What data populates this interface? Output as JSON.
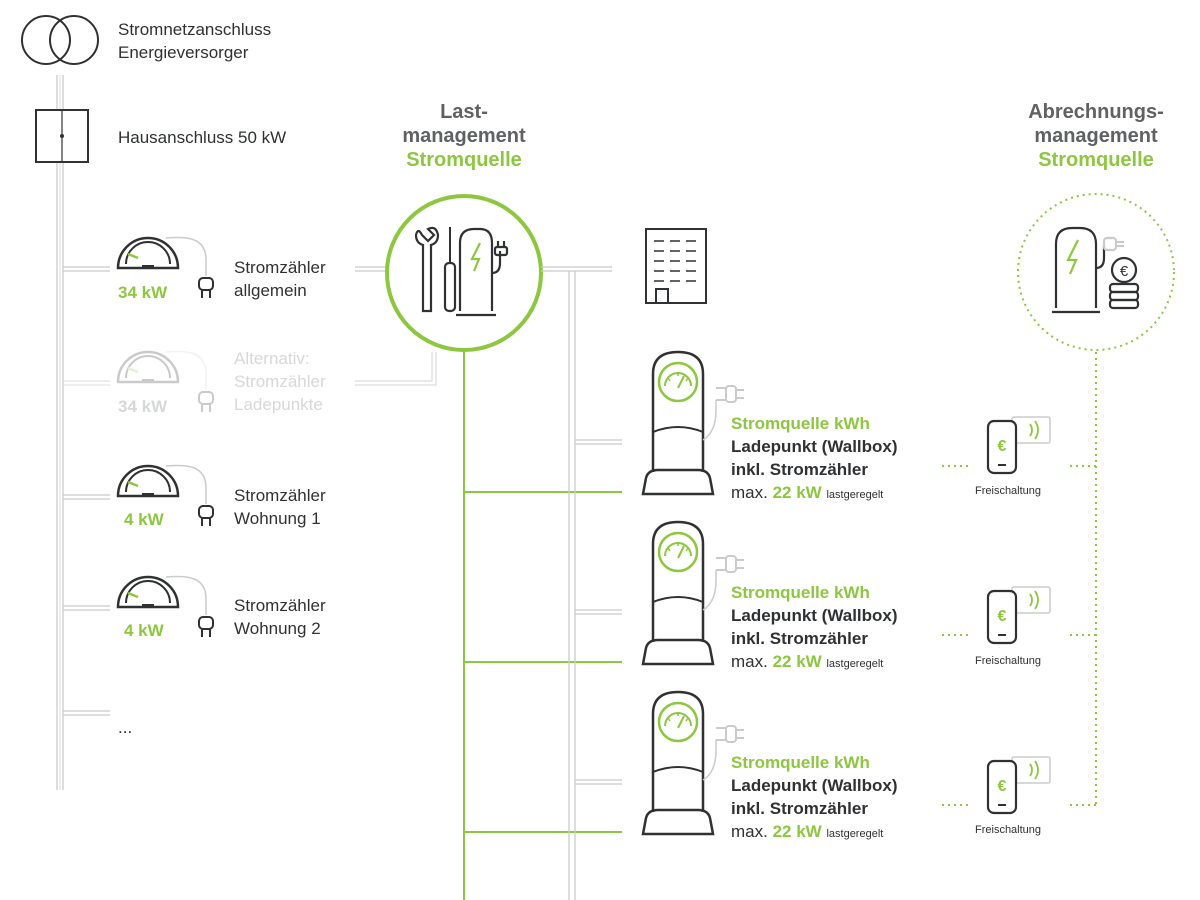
{
  "colors": {
    "green": "#8dc63f",
    "dark": "#2f3133",
    "line": "#c9cbcd",
    "faint": "#dcdedf"
  },
  "supply": {
    "line1": "Stromnetzanschluss",
    "line2": "Energieversorger"
  },
  "house": {
    "label": "Hausanschluss 50 kW"
  },
  "meters": [
    {
      "value": "34 kW",
      "line1": "Stromzähler",
      "line2": "allgemein",
      "faded": false
    },
    {
      "value": "34 kW",
      "line1": "Alternativ:",
      "line2": "Stromzähler",
      "line3": "Ladepunkte",
      "faded": true
    },
    {
      "value": "4 kW",
      "line1": "Stromzähler",
      "line2": "Wohnung 1",
      "faded": false
    },
    {
      "value": "4 kW",
      "line1": "Stromzähler",
      "line2": "Wohnung 2",
      "faded": false
    }
  ],
  "more": "...",
  "load_mgmt": {
    "line1": "Last-",
    "line2": "management",
    "line3": "Stromquelle"
  },
  "billing_mgmt": {
    "line1": "Abrechnungs-",
    "line2": "management",
    "line3": "Stromquelle"
  },
  "chargers": [
    {
      "title": "Stromquelle kWh",
      "line1": "Ladepunkt (Wallbox)",
      "line2": "inkl. Stromzähler",
      "max_prefix": "max.",
      "max_value": "22 kW",
      "max_suffix": "lastgeregelt",
      "unlock": "Freischaltung"
    },
    {
      "title": "Stromquelle kWh",
      "line1": "Ladepunkt (Wallbox)",
      "line2": "inkl. Stromzähler",
      "max_prefix": "max.",
      "max_value": "22 kW",
      "max_suffix": "lastgeregelt",
      "unlock": "Freischaltung"
    },
    {
      "title": "Stromquelle kWh",
      "line1": "Ladepunkt (Wallbox)",
      "line2": "inkl. Stromzähler",
      "max_prefix": "max.",
      "max_value": "22 kW",
      "max_suffix": "lastgeregelt",
      "unlock": "Freischaltung"
    }
  ],
  "icons": [
    "transformer-icon",
    "house-connection-icon",
    "meter-icon",
    "plug-icon",
    "tools-icon",
    "building-icon",
    "wallbox-icon",
    "phone-icon",
    "euro-coin-icon"
  ]
}
